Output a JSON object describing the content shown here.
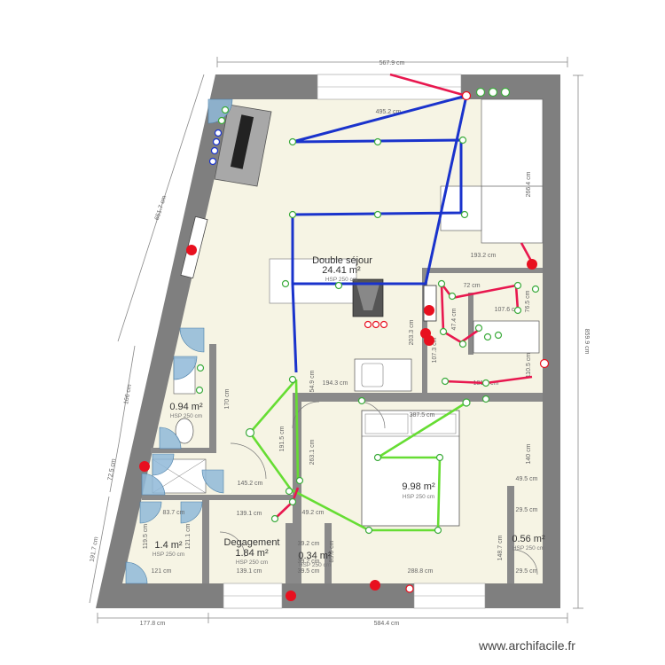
{
  "dimensions": {
    "top_total": "567.9 cm",
    "top_inner": "495.2 cm",
    "right_total": "859.9 cm",
    "left_diagonal": "651.7 cm",
    "bottom_left": "177.8 cm",
    "bottom_right": "584.4 cm",
    "left_seg_1": "166 cm",
    "left_seg_2": "72.5 cm",
    "left_seg_3": "191.7 cm",
    "sofa_len": "266.4 cm",
    "kitchen_top": "193.2 cm",
    "k1": "72 cm",
    "k2": "107.6 cm",
    "k3": "76.5 cm",
    "k4": "47.4 cm",
    "k5": "107.3 cm",
    "k6": "203.3 cm",
    "k7": "110.5 cm",
    "k8": "181.2 cm",
    "c1": "194.3 cm",
    "c2": "54.9 cm",
    "c3": "170 cm",
    "c4": "387.5 cm",
    "c5": "191.5 cm",
    "c6": "263.1 cm",
    "c7": "140 cm",
    "c8": "49.5 cm",
    "c9": "145.2 cm",
    "c10": "139.1 cm",
    "c11": "49.2 cm",
    "c12": "39.2 cm",
    "c13": "39.5 cm",
    "c14": "288.8 cm",
    "c15": "148.7 cm",
    "c16": "29.5 cm",
    "c17": "121 cm",
    "c18": "83.7 cm",
    "c19": "121.1 cm",
    "c20": "139.1 cm",
    "c21": "39.2 cm",
    "c22": "85.6 cm",
    "c23": "29.5 cm",
    "c24": "119.5 cm"
  },
  "rooms": {
    "sejour": {
      "name": "Double séjour",
      "area": "24.41 m²",
      "hsp": "HSP 250 cm"
    },
    "wc_top": {
      "area": "0.94 m²",
      "hsp": "HSP 250 cm"
    },
    "chambre": {
      "area": "9.98 m²",
      "hsp": "HSP 250 cm"
    },
    "sdb": {
      "area": "1.4 m²",
      "hsp": "HSP 250 cm"
    },
    "degagement": {
      "name": "Degagement",
      "area": "1.84 m²",
      "hsp": "HSP 250 cm"
    },
    "placard": {
      "area": "0.34 m²",
      "hsp": "HSP 250 cm"
    },
    "right_small": {
      "area": "0.56 m²",
      "hsp": "HSP 250 cm"
    }
  },
  "colors": {
    "wall": "#7f7f7f",
    "floor": "#f6f4e4",
    "blue_circuit": "#1a33cc",
    "green_circuit": "#66dd33",
    "red_circuit": "#e8184f",
    "socket": "#3cab3c",
    "outlet_red": "#e8101f",
    "bath_fixture": "#8fb8d8"
  },
  "credit": "www.archifacile.fr"
}
